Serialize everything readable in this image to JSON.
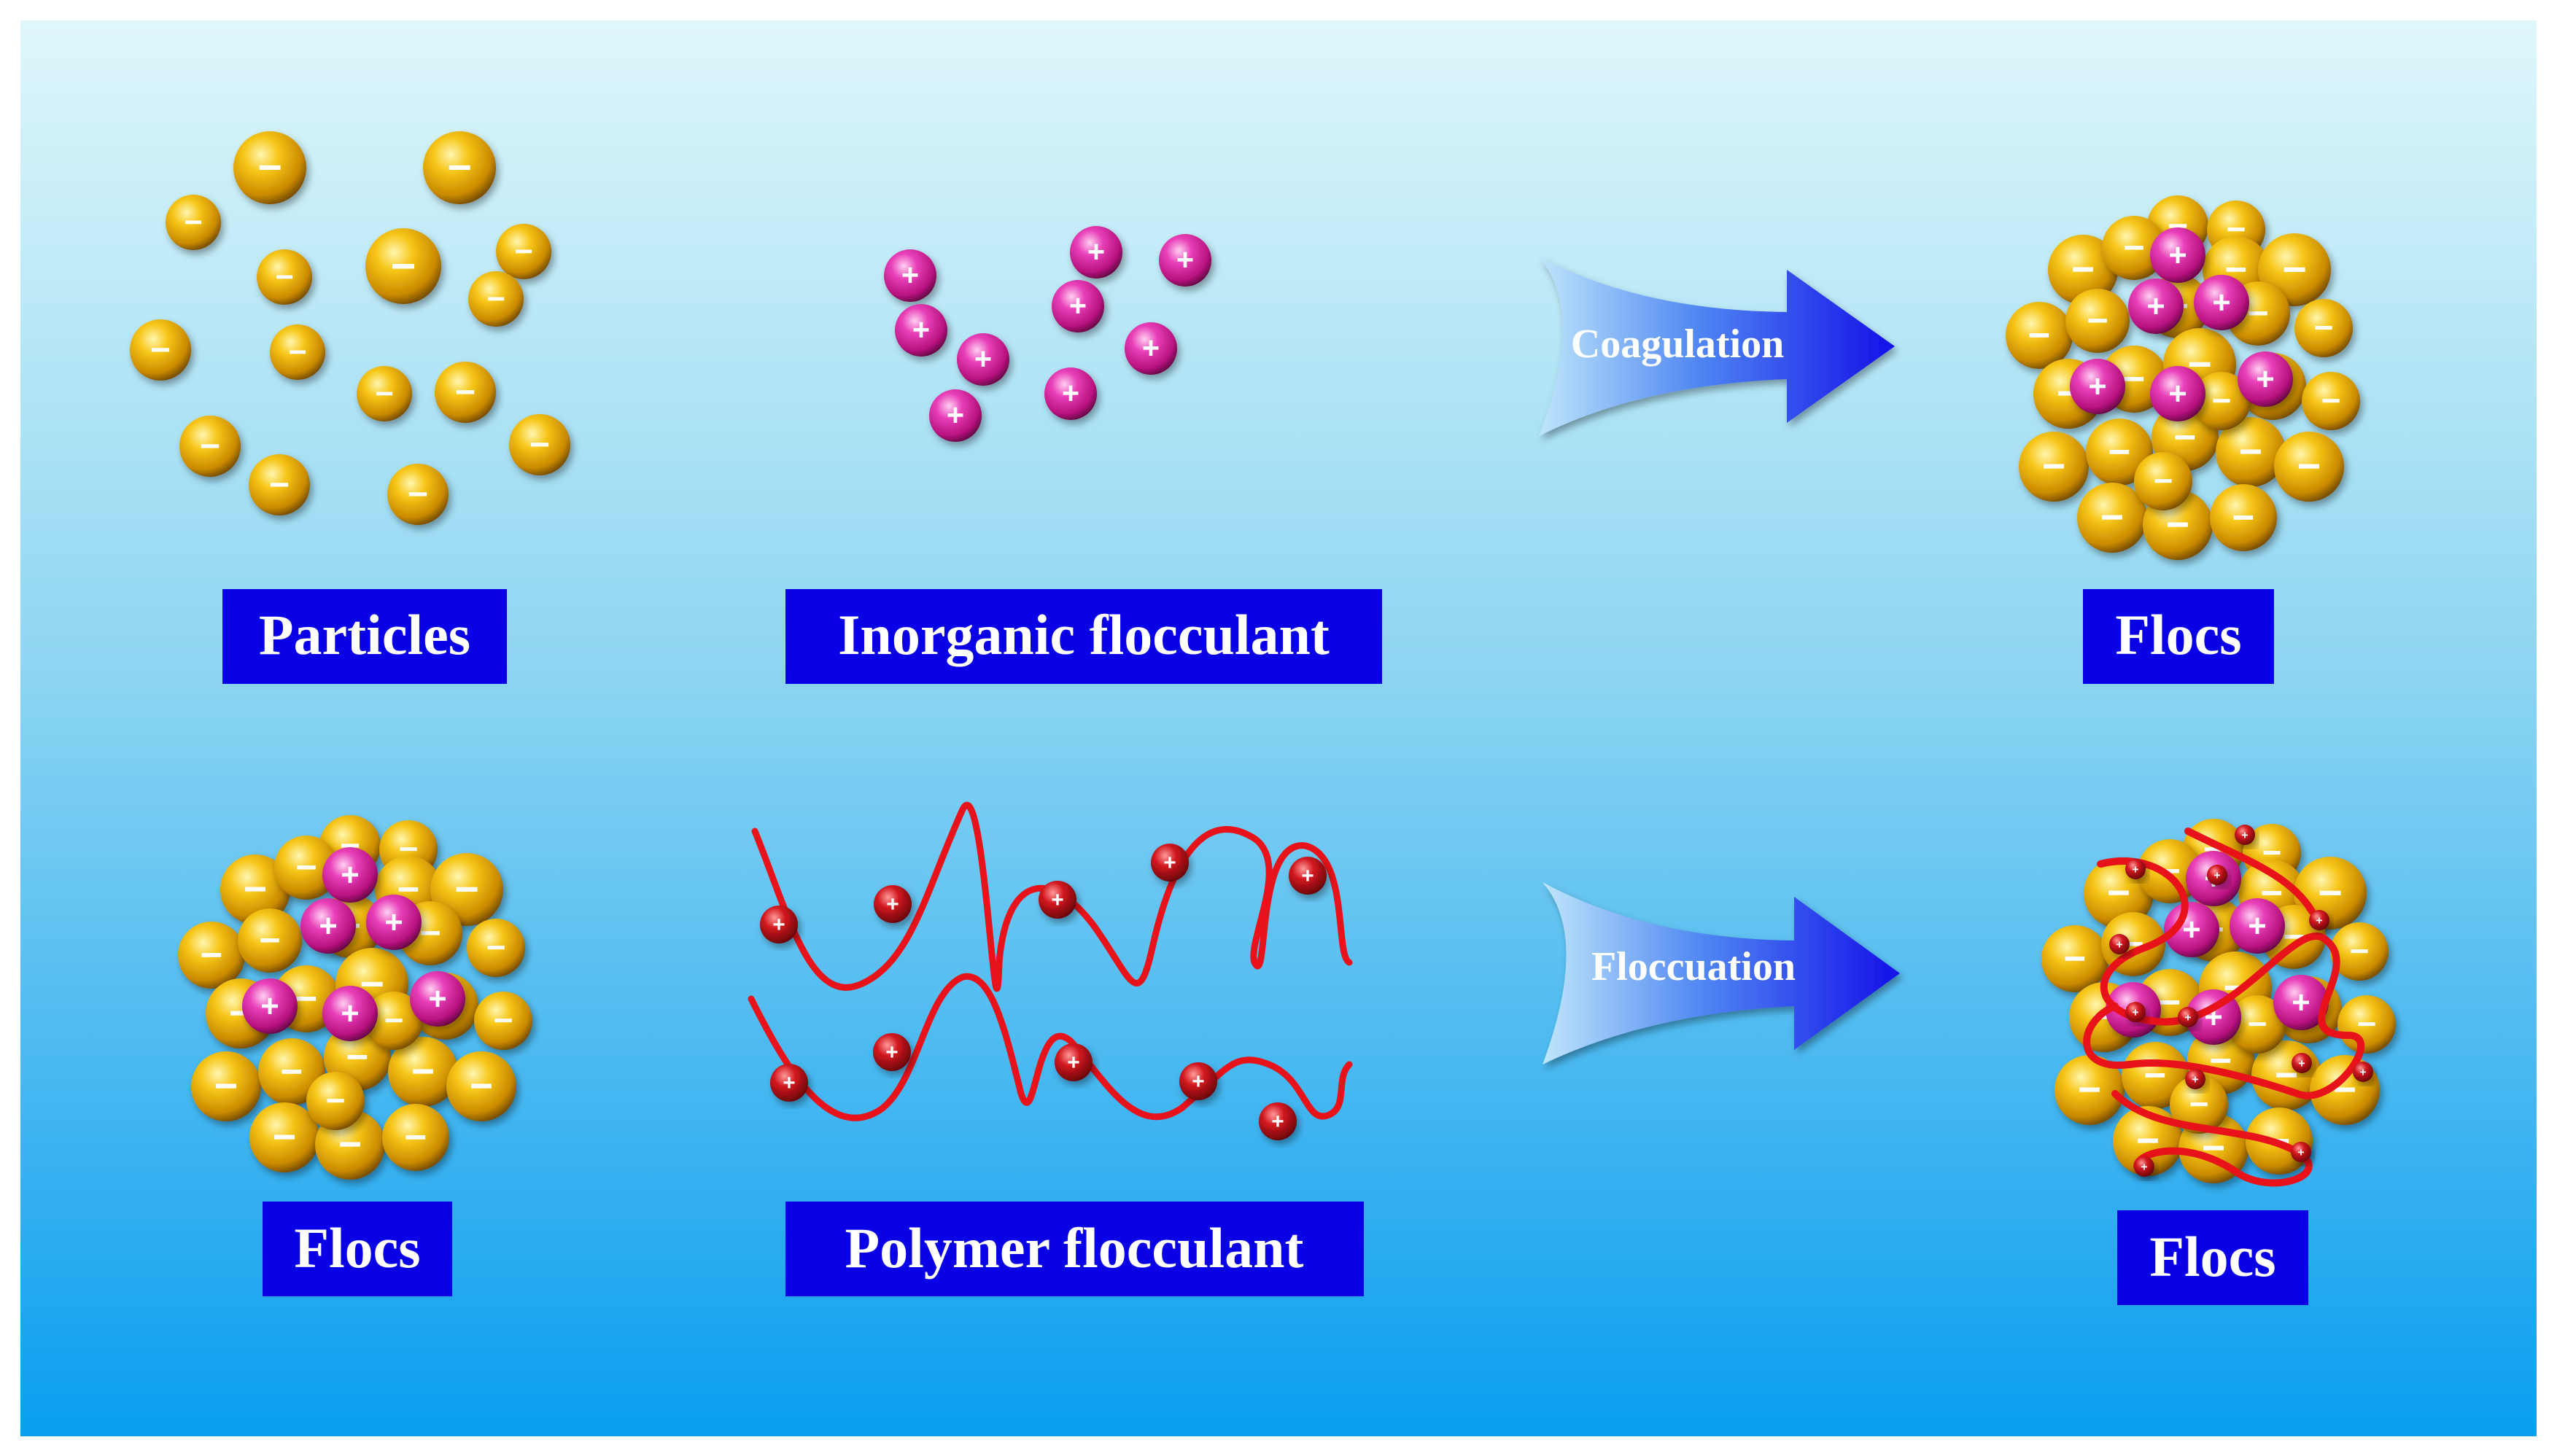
{
  "diagram": {
    "labels": {
      "particles": "Particles",
      "inorganic_flocculant": "Inorganic flocculant",
      "flocs_top": "Flocs",
      "flocs_bottom_left": "Flocs",
      "polymer_flocculant": "Polymer flocculant",
      "flocs_bottom_right": "Flocs"
    },
    "arrows": {
      "coagulation": "Coagulation",
      "flocculation": "Floccuation"
    },
    "signs": {
      "negative": "−",
      "positive": "+"
    }
  },
  "colors": {
    "background_top": "#d9f6fb",
    "background_bottom": "#0a9ef0",
    "label_box": "#0a00e6",
    "label_text": "#ffffff",
    "arrow": "#1a2ff0",
    "particle": "#e8a800",
    "inorganic_ion": "#d81c9e",
    "polymer_chain": "#e8121a",
    "polymer_bead": "#c0141a"
  },
  "icons": {
    "particle": "gold-sphere-negative",
    "inorganic_ion": "magenta-sphere-positive",
    "polymer_bead": "red-bead-positive"
  }
}
